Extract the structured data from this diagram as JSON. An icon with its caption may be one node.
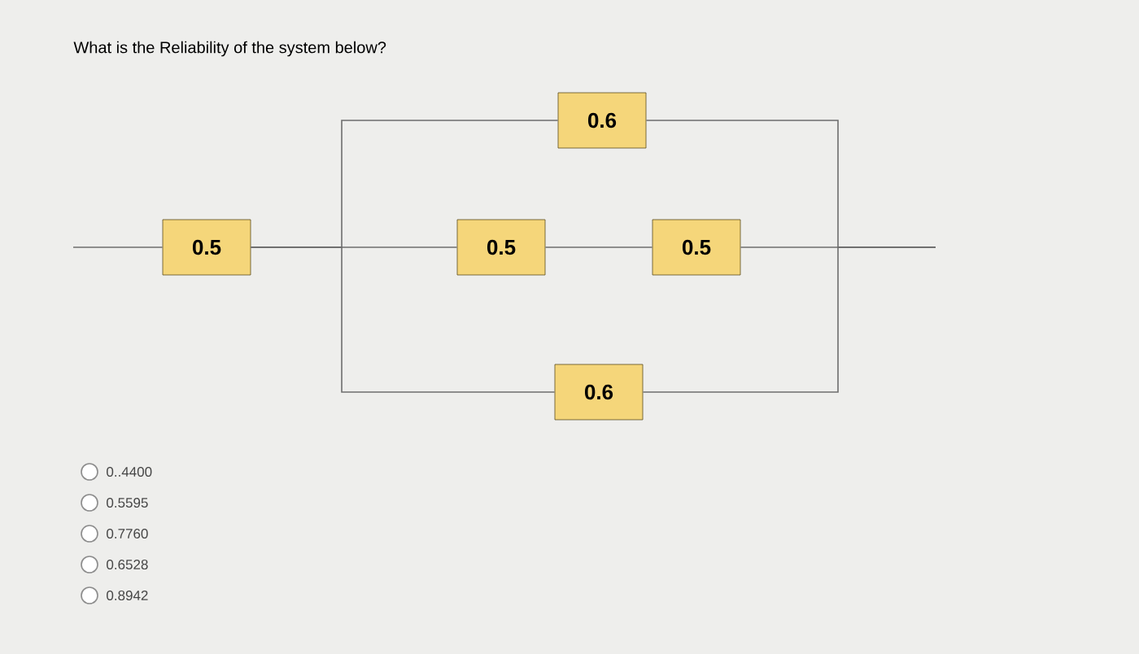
{
  "diagram": {
    "title": "What is the Reliability of the system below?",
    "nodes": [
      {
        "text": [
          "0.5"
        ]
      },
      {
        "text": [
          "0.6"
        ]
      },
      {
        "text": [
          "0.5"
        ]
      },
      {
        "text": [
          "0.5"
        ]
      },
      {
        "text": [
          "0.6"
        ]
      }
    ],
    "edges": [
      {
        "from": null,
        "to": 0,
        "arrow": "none"
      },
      {
        "from": 0,
        "to": 1,
        "arrow": "none"
      },
      {
        "from": 0,
        "to": 2,
        "arrow": "none"
      },
      {
        "from": 0,
        "to": 4,
        "arrow": "none"
      },
      {
        "from": 2,
        "to": 3,
        "arrow": "none"
      },
      {
        "from": 1,
        "to": null,
        "arrow": "none"
      },
      {
        "from": 3,
        "to": null,
        "arrow": "none"
      },
      {
        "from": 4,
        "to": null,
        "arrow": "none"
      }
    ],
    "labels": [
      "0..4400",
      "0.5595",
      "0.7760",
      "0.6528",
      "0.8942"
    ]
  }
}
